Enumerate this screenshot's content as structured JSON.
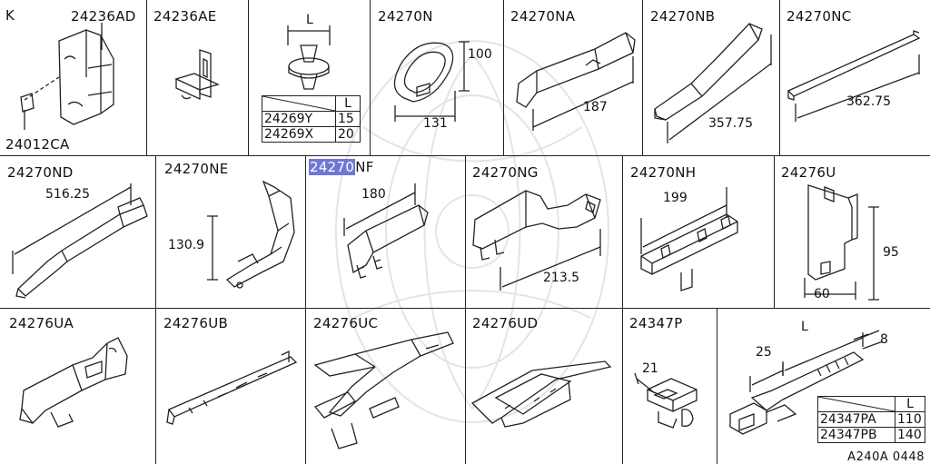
{
  "sheet": {
    "section_letter": "K",
    "reference": "A240A 0448"
  },
  "parts": {
    "p24236AD": {
      "code": "24236AD",
      "bolt_code": "24012CA"
    },
    "p24236AE": {
      "code": "24236AE"
    },
    "clip_table": {
      "header_dim": "L",
      "rows": [
        {
          "code": "24269Y",
          "value": "15"
        },
        {
          "code": "24269X",
          "value": "20"
        }
      ]
    },
    "p24270N": {
      "code": "24270N",
      "dims": [
        "100",
        "131"
      ]
    },
    "p24270NA": {
      "code": "24270NA",
      "dims": [
        "187"
      ]
    },
    "p24270NB": {
      "code": "24270NB",
      "dims": [
        "357.75"
      ]
    },
    "p24270NC": {
      "code": "24270NC",
      "dims": [
        "362.75"
      ]
    },
    "p24270ND": {
      "code": "24270ND",
      "dims": [
        "516.25"
      ]
    },
    "p24270NE": {
      "code": "24270NE",
      "dims": [
        "130.9"
      ]
    },
    "p24270NF": {
      "code_highlight": "24270",
      "code_rest": "NF",
      "dims": [
        "180"
      ]
    },
    "p24270NG": {
      "code": "24270NG",
      "dims": [
        "213.5"
      ]
    },
    "p24270NH": {
      "code": "24270NH",
      "dims": [
        "199"
      ]
    },
    "p24276U": {
      "code": "24276U",
      "dims": [
        "95",
        "60"
      ]
    },
    "p24276UA": {
      "code": "24276UA"
    },
    "p24276UB": {
      "code": "24276UB"
    },
    "p24276UC": {
      "code": "24276UC"
    },
    "p24276UD": {
      "code": "24276UD"
    },
    "p24347P": {
      "code": "24347P",
      "dims": [
        "21"
      ]
    },
    "tie": {
      "dims": [
        "25",
        "8"
      ],
      "header_dim": "L",
      "rows": [
        {
          "code": "24347PA",
          "value": "110"
        },
        {
          "code": "24347PB",
          "value": "140"
        }
      ]
    }
  },
  "colors": {
    "line": "#222222",
    "highlight": "#6f77d6",
    "watermark": "#e6e6e6"
  }
}
